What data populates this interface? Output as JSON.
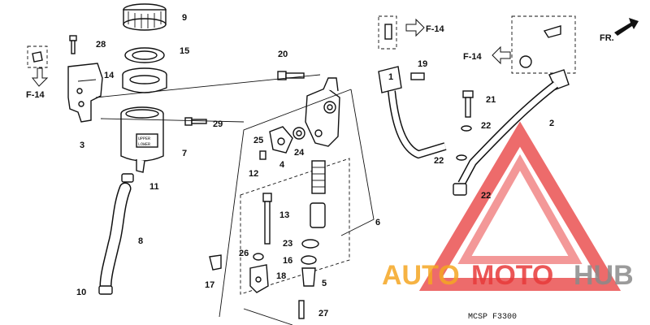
{
  "parts": [
    {
      "num": "1"
    },
    {
      "num": "2"
    },
    {
      "num": "3"
    },
    {
      "num": "4"
    },
    {
      "num": "5"
    },
    {
      "num": "6"
    },
    {
      "num": "7"
    },
    {
      "num": "8"
    },
    {
      "num": "9"
    },
    {
      "num": "10"
    },
    {
      "num": "11"
    },
    {
      "num": "12"
    },
    {
      "num": "13"
    },
    {
      "num": "14"
    },
    {
      "num": "15"
    },
    {
      "num": "16"
    },
    {
      "num": "17"
    },
    {
      "num": "18"
    },
    {
      "num": "19"
    },
    {
      "num": "20"
    },
    {
      "num": "21"
    },
    {
      "num": "22"
    },
    {
      "num": "22"
    },
    {
      "num": "22"
    },
    {
      "num": "23"
    },
    {
      "num": "24"
    },
    {
      "num": "25"
    },
    {
      "num": "26"
    },
    {
      "num": "27"
    },
    {
      "num": "28"
    },
    {
      "num": "29"
    }
  ],
  "refs": [
    "F-14",
    "F-14",
    "F-14"
  ],
  "direction_label": "FR.",
  "reservoir_text": "UPPER",
  "reservoir_text2": "LOWER",
  "diagram_code": "MCSP F3300",
  "watermark": {
    "word1": "AUTO",
    "word2": "MOTO",
    "word3": "HUB",
    "color_orange": "#f5a623",
    "color_red": "#e83a3a",
    "color_gray": "#8a8a8a"
  }
}
